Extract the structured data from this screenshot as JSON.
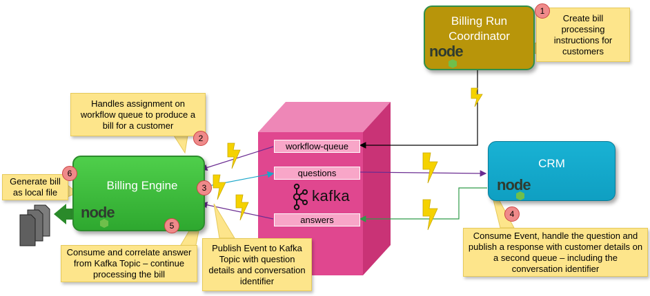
{
  "nodes": {
    "coordinator": "Billing Run Coordinator",
    "engine": "Billing Engine",
    "crm": "CRM",
    "kafka": "kafka"
  },
  "queues": {
    "workflow": "workflow-queue",
    "questions": "questions",
    "answers": "answers"
  },
  "notes": {
    "n1": "Create bill processing instructions for customers",
    "n2": "Handles assignment on workflow queue to produce a bill for a customer",
    "n3": "Publish Event to Kafka Topic with question details and conversation identifier",
    "n4": "Consume Event, handle the question and publish a response with customer details on a second queue – including the conversation identifier",
    "n5": "Consume and correlate answer from Kafka Topic – continue processing the bill",
    "n6": "Generate bill as local file"
  },
  "badges": [
    "1",
    "2",
    "3",
    "4",
    "5",
    "6"
  ],
  "logo_text": "node",
  "colors": {
    "kafka_front": "#e0478f",
    "kafka_top": "#ee87b7",
    "kafka_side": "#c93376",
    "coordinator": "#b8950a",
    "engine": "#3dbd3c",
    "crm": "#14aacd",
    "note": "#fde58b",
    "badge": "#ef8a8a"
  }
}
